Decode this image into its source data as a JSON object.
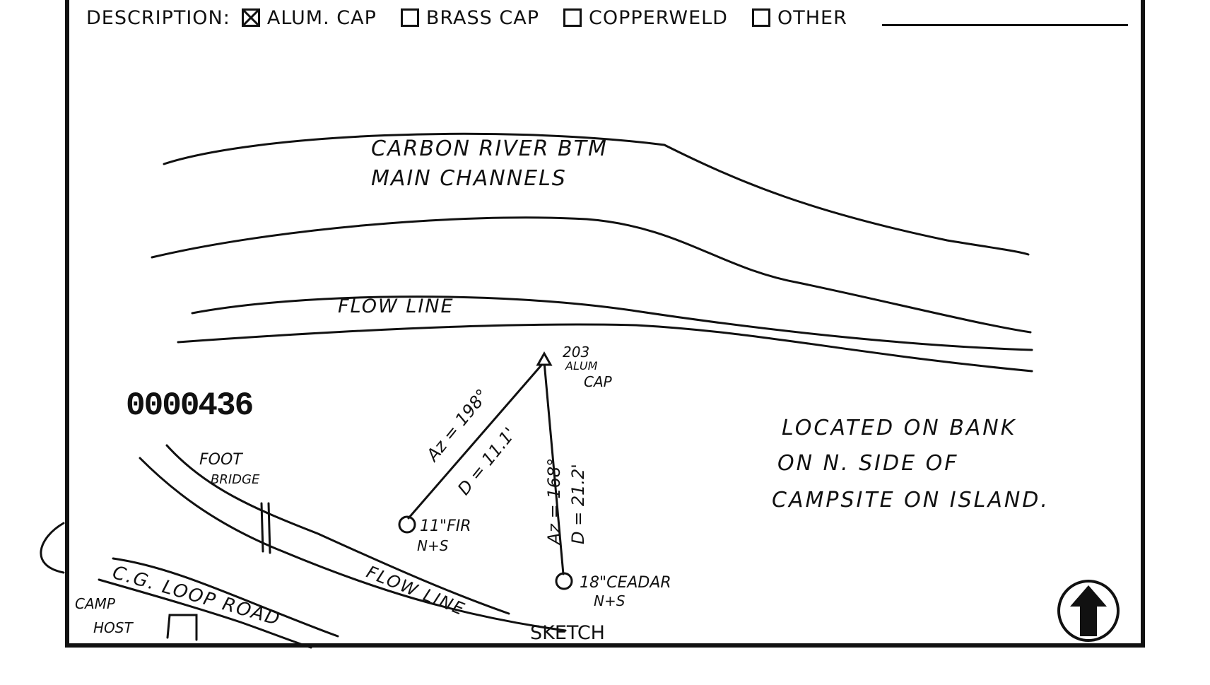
{
  "description": {
    "label": "DESCRIPTION:",
    "options": [
      {
        "label": "ALUM. CAP",
        "checked": true
      },
      {
        "label": "BRASS CAP",
        "checked": false
      },
      {
        "label": "COPPERWELD",
        "checked": false
      },
      {
        "label": "OTHER",
        "checked": false
      }
    ]
  },
  "sketch": {
    "river_label_1": "CARBON RIVER BTM",
    "river_label_2": "MAIN CHANNELS",
    "flow_line_top": "FLOW LINE",
    "flow_line_bottom": "FLOW LINE",
    "monument_number": "203",
    "monument_type_1": "ALUM",
    "monument_type_2": "CAP",
    "ref1_az": "Az = 198°",
    "ref1_d": "D = 11.1'",
    "ref1_tree_1": "11\"FIR",
    "ref1_tree_2": "N+S",
    "ref2_az": "Az = 168°",
    "ref2_d": "D = 21.2'",
    "ref2_tree_1": "18\"CEADAR",
    "ref2_tree_2": "N+S",
    "note_line_1": "LOCATED ON BANK",
    "note_line_2": "ON N. SIDE OF",
    "note_line_3": "CAMPSITE ON ISLAND.",
    "foot_bridge_1": "FOOT",
    "foot_bridge_2": "BRIDGE",
    "road_label": "C.G. LOOP ROAD",
    "camp_host_1": "CAMP",
    "camp_host_2": "HOST",
    "stamp_number": "0000436",
    "sketch_label": "SKETCH",
    "north_arrow_icon": "north-arrow-icon"
  }
}
